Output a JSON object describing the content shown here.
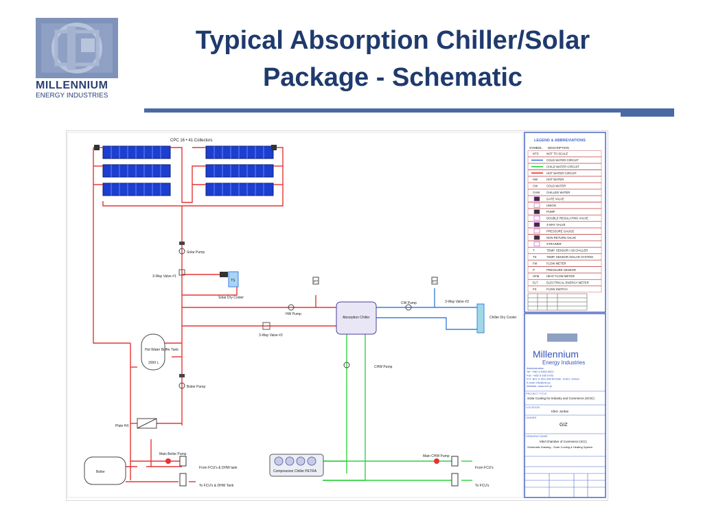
{
  "slide": {
    "title_line1": "Typical Absorption Chiller/Solar",
    "title_line2": "Package - Schematic",
    "logo_line1": "MILLENNIUM",
    "logo_line2": "ENERGY INDUSTRIES"
  },
  "schematic": {
    "collectors": "CPC 16 • 41 Collectors",
    "solar_pump": "Solar Pump",
    "valve_1": "3-Way Valve #1",
    "solar_dry_cooler": "Solar Dry Cooler",
    "hw_pump": "HW Pump",
    "valve_2": "3-Way Valve #2",
    "absorption_chiller": "Absorption Chiller",
    "cw_pump": "CW Pump",
    "valve_3": "3-Way Valve #3",
    "chiller_dry_cooler": "Chiller Dry Cooler",
    "buffer_tank": "Hot Water Buffer Tank",
    "buffer_volume": "2000 L",
    "boiler_pump": "Boiler Pump",
    "chw_pump": "CHW Pump",
    "plate_hx": "Plate HX",
    "main_boiler_pump": "Main Boiler Pump",
    "boiler": "Boiler",
    "from_fcu_dhw": "From FCU's & DHW tank",
    "to_fcu_dhw": "To FCU's & DHW Tank",
    "compression_chiller": "Compression Chiller PETRA",
    "main_chw_pump": "Main CHW Pump",
    "from_fcu": "From FCU's",
    "to_fcu": "To FCU's",
    "pt1": "PT",
    "pt2": "PT",
    "ts": "TS"
  },
  "legend": {
    "title": "LEGEND & ABBREVIATIONS",
    "col_symbol": "SYMBOL",
    "col_desc": "DESCRIPTION",
    "items": [
      {
        "symbol": "NTS",
        "desc": "NOT TO SCALE"
      },
      {
        "symbol": "",
        "desc": "COLD WATER CIRCUIT"
      },
      {
        "symbol": "",
        "desc": "CHILD WATER CIRCUIT"
      },
      {
        "symbol": "",
        "desc": "HOT WATER CIRCUIT"
      },
      {
        "symbol": "HW",
        "desc": "HOT WATER"
      },
      {
        "symbol": "CW",
        "desc": "COLD WATER"
      },
      {
        "symbol": "CHW",
        "desc": "CHILLED WATER"
      },
      {
        "symbol": "",
        "desc": "GATE VALVE"
      },
      {
        "symbol": "",
        "desc": "UNION"
      },
      {
        "symbol": "",
        "desc": "PUMP"
      },
      {
        "symbol": "",
        "desc": "DOUBLE REGULATING VALVE"
      },
      {
        "symbol": "",
        "desc": "3-WAY VALVE"
      },
      {
        "symbol": "",
        "desc": "PRESSURE GAUGE"
      },
      {
        "symbol": "",
        "desc": "NON RETURN VALVE"
      },
      {
        "symbol": "",
        "desc": "STRAINER"
      },
      {
        "symbol": "T",
        "desc": "TEMP. SENSOR / AB CHILLER"
      },
      {
        "symbol": "TS",
        "desc": "TEMP. SENSOR /SOLAR SYSTEM"
      },
      {
        "symbol": "FM",
        "desc": "FLOW METER"
      },
      {
        "symbol": "P",
        "desc": "PRESSURE SENSOR"
      },
      {
        "symbol": "HFM",
        "desc": "HEAT FLOW METER"
      },
      {
        "symbol": "ELT",
        "desc": "ELECTRICAL ENERGY METER"
      },
      {
        "symbol": "FS",
        "desc": "FLOW SWITCH"
      }
    ]
  },
  "titleblock": {
    "company": "Millennium",
    "company_sub": "Energy Industries",
    "address": [
      "Administration",
      "Tel: +962 6 5355 6522",
      "Fax: +962 6 535 5753",
      "P.O. Box 9, Abu 338 Amman, 11821 Jordan",
      "E-mail: info@mei.jo",
      "Website: www.mei.jo"
    ],
    "project_label": "PROJECT TITLE",
    "project": "Solar Cooling for Industry and Commerce (SCIC)",
    "location_label": "LOCATION",
    "location": "Irbid- Jordan",
    "owner_label": "OWNER",
    "owner": "GIZ",
    "drawing_label": "DRAWING NAME",
    "drawing_line1": "Irbid Chamber of Commerce (ICC)",
    "drawing_line2": "Schematic Drawing - Solar Cooling & Heating System"
  },
  "colors": {
    "cold_water": "#3b7fe0",
    "chilled_water": "#2fd23f",
    "hot_water": "#e53333",
    "collector": "#1c3fcf",
    "legend_title": "#4a66c8",
    "title": "#1f3a6d",
    "title_rule": "#4a6aa3"
  }
}
